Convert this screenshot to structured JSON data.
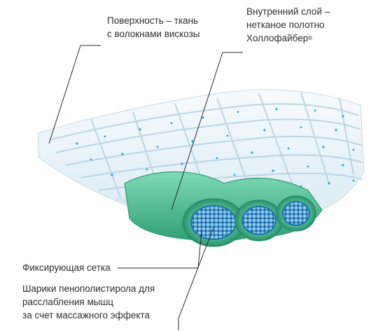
{
  "labels": {
    "surface": {
      "line1": "Поверхность – ткань",
      "line2": "с волокнами вискозы"
    },
    "inner_layer": {
      "line1": "Внутренний слой –",
      "line2": "нетканое полотно",
      "line3": "Холлофайбер",
      "mark": "®"
    },
    "net": {
      "line1": "Фиксирующая сетка"
    },
    "balls": {
      "line1": "Шарики пенополистирола для",
      "line2": "расслабления мышц",
      "line3": "за счет массажного эффекта"
    }
  },
  "colors": {
    "fabric": "#eef6fb",
    "fabric_shade": "#c9dfec",
    "dots": "#2aa7d6",
    "green_layer": "#4fc49a",
    "green_dark": "#2c9c74",
    "bead": "#6db7e0",
    "net": "#1f6fa8"
  }
}
